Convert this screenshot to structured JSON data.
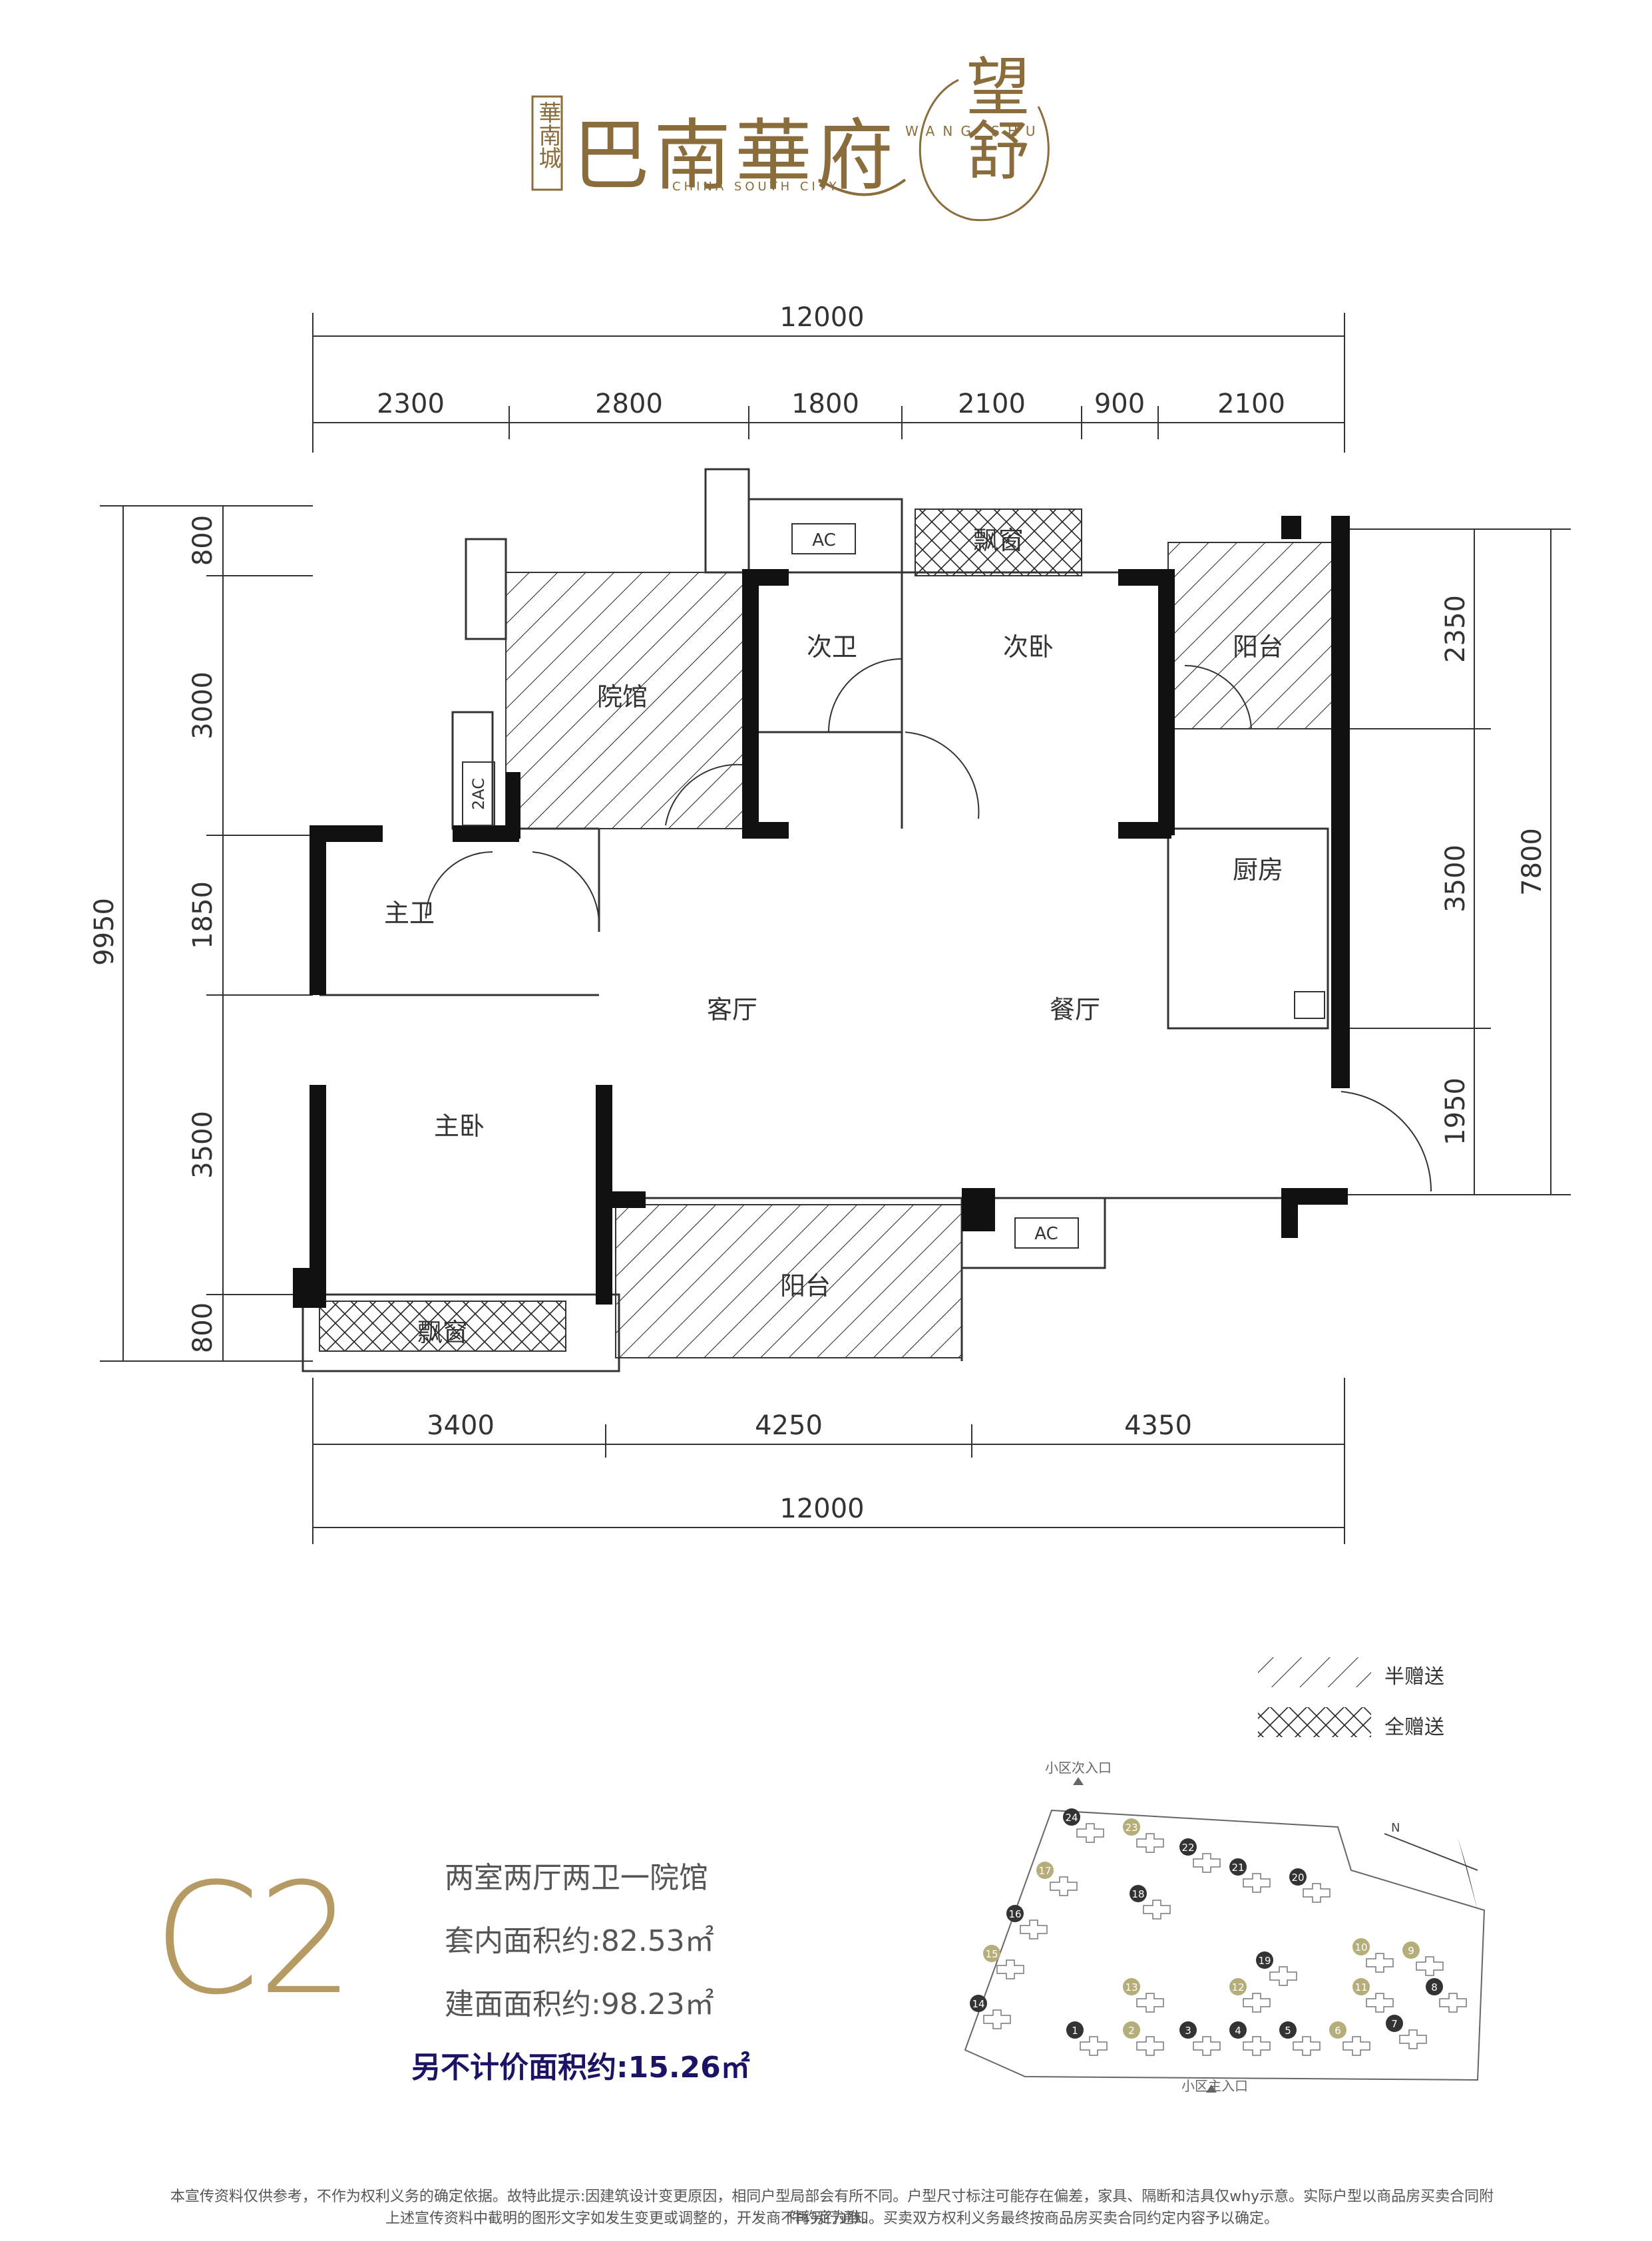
{
  "logo": {
    "mark_small": "華南城",
    "name": "巴南華府",
    "subtitle": "CHINA SOUTH CITY",
    "seal_chars": "望舒",
    "seal_latin": "WANG SHU"
  },
  "dimensions": {
    "top_total": "12000",
    "top_segments": [
      "2300",
      "2800",
      "1800",
      "2100",
      "900",
      "2100"
    ],
    "bottom_segments": [
      "3400",
      "4250",
      "4350"
    ],
    "bottom_total": "12000",
    "left_total": "9950",
    "left_segments": [
      "800",
      "3000",
      "1850",
      "3500",
      "800"
    ],
    "right_segments": [
      "2350",
      "3500",
      "1950"
    ],
    "right_total": "7800"
  },
  "rooms": {
    "courtyard": "院馆",
    "second_bath": "次卫",
    "second_bed": "次卧",
    "balcony_ne": "阳台",
    "kitchen": "厨房",
    "master_bath": "主卫",
    "living": "客厅",
    "dining": "餐厅",
    "master_bed": "主卧",
    "balcony_s": "阳台",
    "bay_window_n": "飘窗",
    "bay_window_s": "飘窗",
    "ac_1": "AC",
    "ac_2": "2AC",
    "ac_3": "AC"
  },
  "legend": {
    "half": "半赠送",
    "full": "全赠送"
  },
  "unit": {
    "code": "C2",
    "layout": "两室两厅两卫一院馆",
    "inner_area": "套内面积约:82.53㎡",
    "gross_area": "建面面积约:98.23㎡",
    "extra_area": "另不计价面积约:15.26㎡"
  },
  "site_plan": {
    "secondary_entrance": "小区次入口",
    "main_entrance": "小区主入口",
    "north_label": "N",
    "buildings_gray": [
      "1",
      "3",
      "4",
      "5",
      "7",
      "8",
      "14",
      "16",
      "18",
      "19",
      "20",
      "21",
      "22",
      "24"
    ],
    "buildings_gold": [
      "2",
      "6",
      "9",
      "10",
      "11",
      "12",
      "13",
      "15",
      "17",
      "23"
    ]
  },
  "disclaimer": {
    "line1": "本宣传资料仅供参考，不作为权利义务的确定依据。故特此提示:因建筑设计变更原因，相同户型局部会有所不同。户型尺寸标注可能存在偏差，家具、隔断和洁具仅why示意。实际户型以商品房买卖合同附件约定为准。",
    "line2": "上述宣传资料中截明的图形文字如发生变更或调整的，开发商不再另行通知。买卖双方权利义务最终按商品房买卖合同约定内容予以确定。"
  },
  "colors": {
    "gold": "#b59a63",
    "wall": "#111111",
    "line": "#333333",
    "navy": "#1b1464"
  }
}
